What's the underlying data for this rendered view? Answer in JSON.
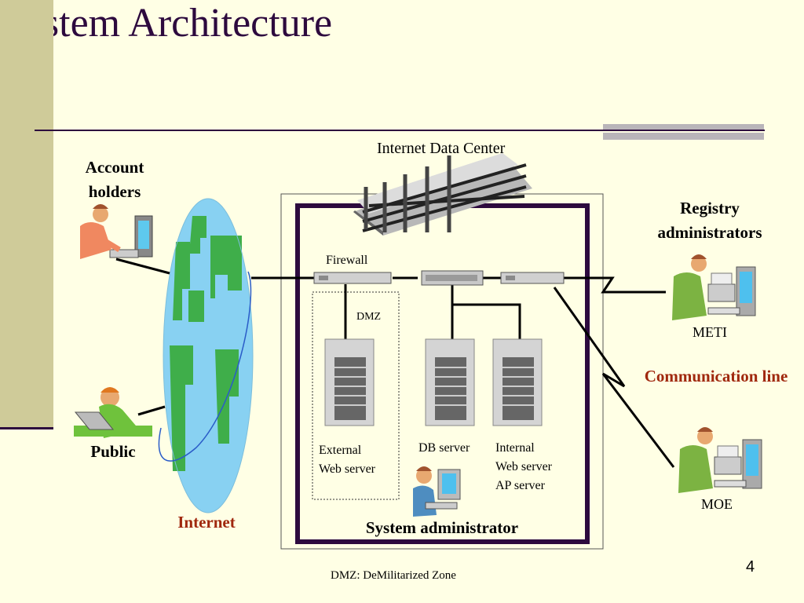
{
  "slide": {
    "title": "System Architecture",
    "page_number": "4",
    "footnote": "DMZ: DeMilitarized Zone"
  },
  "labels": {
    "data_center": "Internet Data Center",
    "account_holders": "Account holders",
    "public": "Public",
    "internet": "Internet",
    "firewall": "Firewall",
    "dmz": "DMZ",
    "external_web_server": [
      "External",
      "Web server"
    ],
    "db_server": "DB server",
    "internal_server": [
      "Internal",
      "Web server",
      "AP server"
    ],
    "system_administrator": "System administrator",
    "registry_administrators": "Registry administrators",
    "meti": "METI",
    "communication_line": "Communication line",
    "moe": "MOE"
  },
  "colors": {
    "background": "#FFFFE5",
    "left_bar": "#CFCB99",
    "title": "#2D0A3E",
    "frame": "#2D0A3E",
    "internet_label": "#A0280E",
    "communication_label": "#A0280E",
    "globe_water": "#88D1F2",
    "globe_land": "#3FAE4A"
  }
}
